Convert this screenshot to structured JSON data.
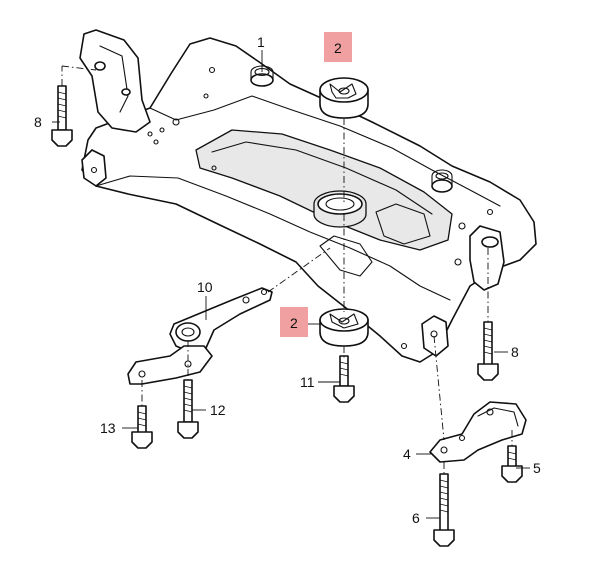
{
  "callouts": {
    "l1": "1",
    "l2a": "2",
    "l2b": "2",
    "l4": "4",
    "l5": "5",
    "l6": "6",
    "l8a": "8",
    "l8b": "8",
    "l10": "10",
    "l11": "11",
    "l12": "12",
    "l13": "13"
  },
  "colors": {
    "highlight": "#f0a0a0",
    "line": "#111111",
    "background": "#ffffff"
  }
}
